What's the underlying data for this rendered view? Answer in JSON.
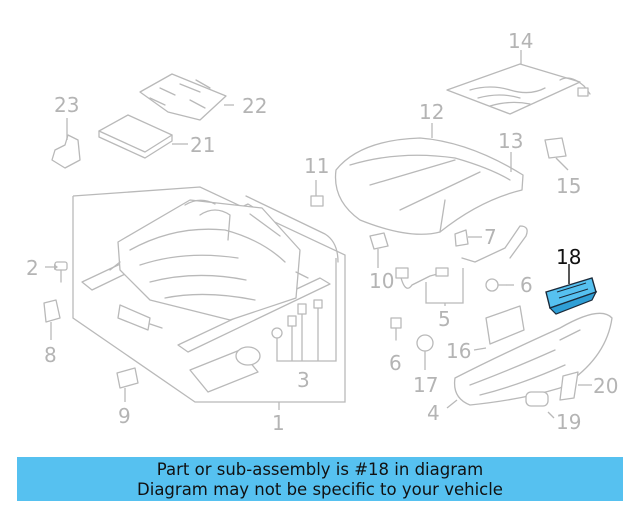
{
  "labels": {
    "l1": "1",
    "l2": "2",
    "l3": "3",
    "l4": "4",
    "l5": "5",
    "l6a": "6",
    "l6b": "6",
    "l7": "7",
    "l8": "8",
    "l9": "9",
    "l10": "10",
    "l11": "11",
    "l12": "12",
    "l13": "13",
    "l14": "14",
    "l15": "15",
    "l16": "16",
    "l17": "17",
    "l18": "18",
    "l19": "19",
    "l20": "20",
    "l21": "21",
    "l22": "22",
    "l23": "23"
  },
  "highlight_color": "#56c1f0",
  "banner": {
    "line1": "Part or sub-assembly is #18 in diagram",
    "line2": "Diagram may not be specific to your vehicle"
  }
}
